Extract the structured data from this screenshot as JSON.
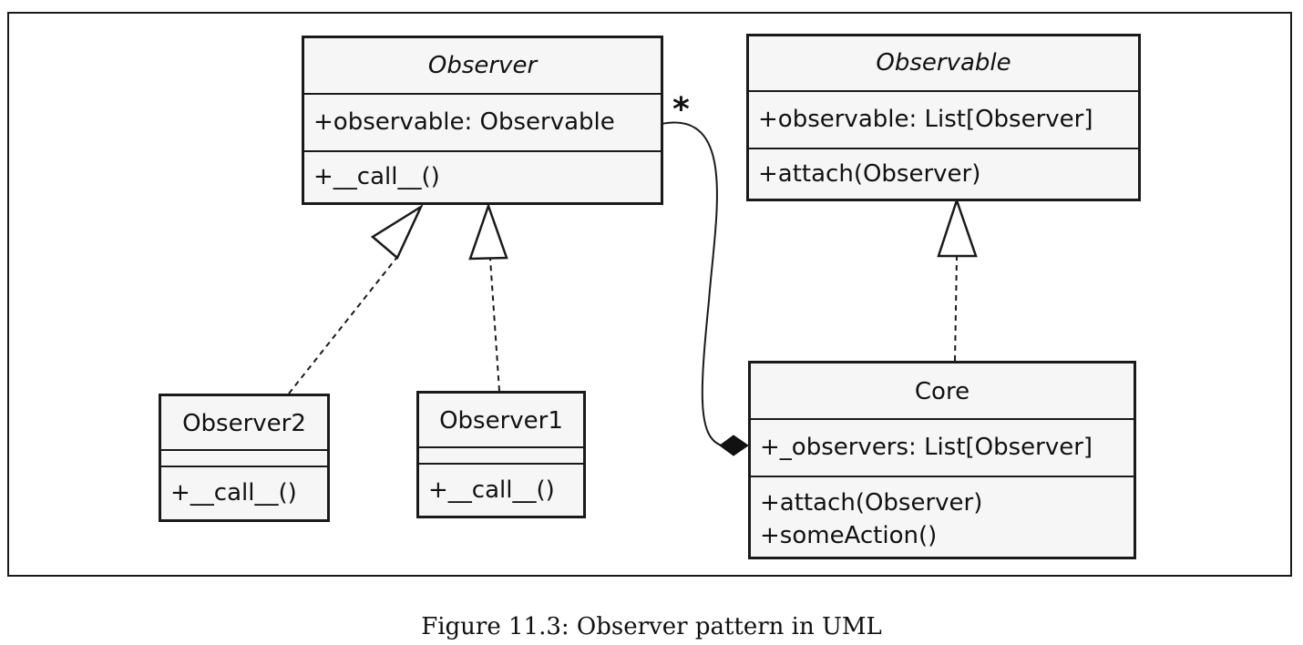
{
  "classes": {
    "observer": {
      "name": "Observer",
      "attributes": [
        "+observable: Observable"
      ],
      "methods": [
        "+__call__()"
      ]
    },
    "observable": {
      "name": "Observable",
      "attributes": [
        "+observable: List[Observer]"
      ],
      "methods": [
        "+attach(Observer)"
      ]
    },
    "observer2": {
      "name": "Observer2",
      "methods": [
        "+__call__()"
      ]
    },
    "observer1": {
      "name": "Observer1",
      "methods": [
        "+__call__()"
      ]
    },
    "core": {
      "name": "Core",
      "attributes": [
        "+_observers: List[Observer]"
      ],
      "methods": [
        "+attach(Observer)",
        "+someAction()"
      ]
    }
  },
  "relations": {
    "multiplicity": "*"
  },
  "caption": "Figure 11.3: Observer pattern in UML"
}
